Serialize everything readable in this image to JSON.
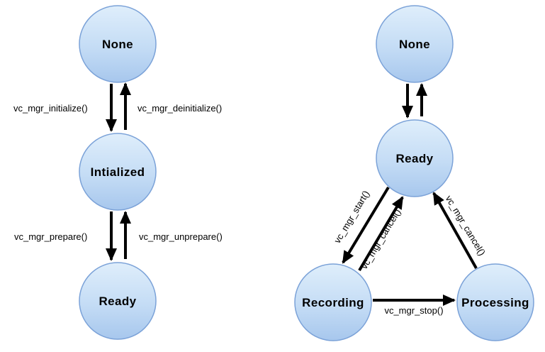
{
  "colors": {
    "background": "#ffffff",
    "state_fill_top": "#dfeefb",
    "state_fill_mid": "#c4dcf5",
    "state_fill_bottom": "#a7c7ed",
    "state_border": "#7ba2d8",
    "arrow": "#000000",
    "text": "#000000"
  },
  "diagrams": [
    {
      "name": "manager-init-prepare-lifecycle",
      "states": [
        {
          "label": "None"
        },
        {
          "label": "Intialized"
        },
        {
          "label": "Ready"
        }
      ],
      "transitions": [
        {
          "label": "vc_mgr_initialize()",
          "from": "None",
          "to": "Intialized"
        },
        {
          "label": "vc_mgr_deinitialize()",
          "from": "Intialized",
          "to": "None"
        },
        {
          "label": "vc_mgr_prepare()",
          "from": "Intialized",
          "to": "Ready"
        },
        {
          "label": "vc_mgr_unprepare()",
          "from": "Ready",
          "to": "Intialized"
        }
      ]
    },
    {
      "name": "manager-recording-lifecycle",
      "states": [
        {
          "label": "None"
        },
        {
          "label": "Ready"
        },
        {
          "label": "Recording"
        },
        {
          "label": "Processing"
        }
      ],
      "transitions": [
        {
          "label": "",
          "from": "None",
          "to": "Ready"
        },
        {
          "label": "",
          "from": "Ready",
          "to": "None"
        },
        {
          "label": "vc_mgr_start()",
          "from": "Ready",
          "to": "Recording"
        },
        {
          "label": "vc_mgr_cancel()",
          "from": "Recording",
          "to": "Ready"
        },
        {
          "label": "vc_mgr_cancel()",
          "from": "Processing",
          "to": "Ready"
        },
        {
          "label": "vc_mgr_stop()",
          "from": "Recording",
          "to": "Processing"
        }
      ]
    }
  ]
}
